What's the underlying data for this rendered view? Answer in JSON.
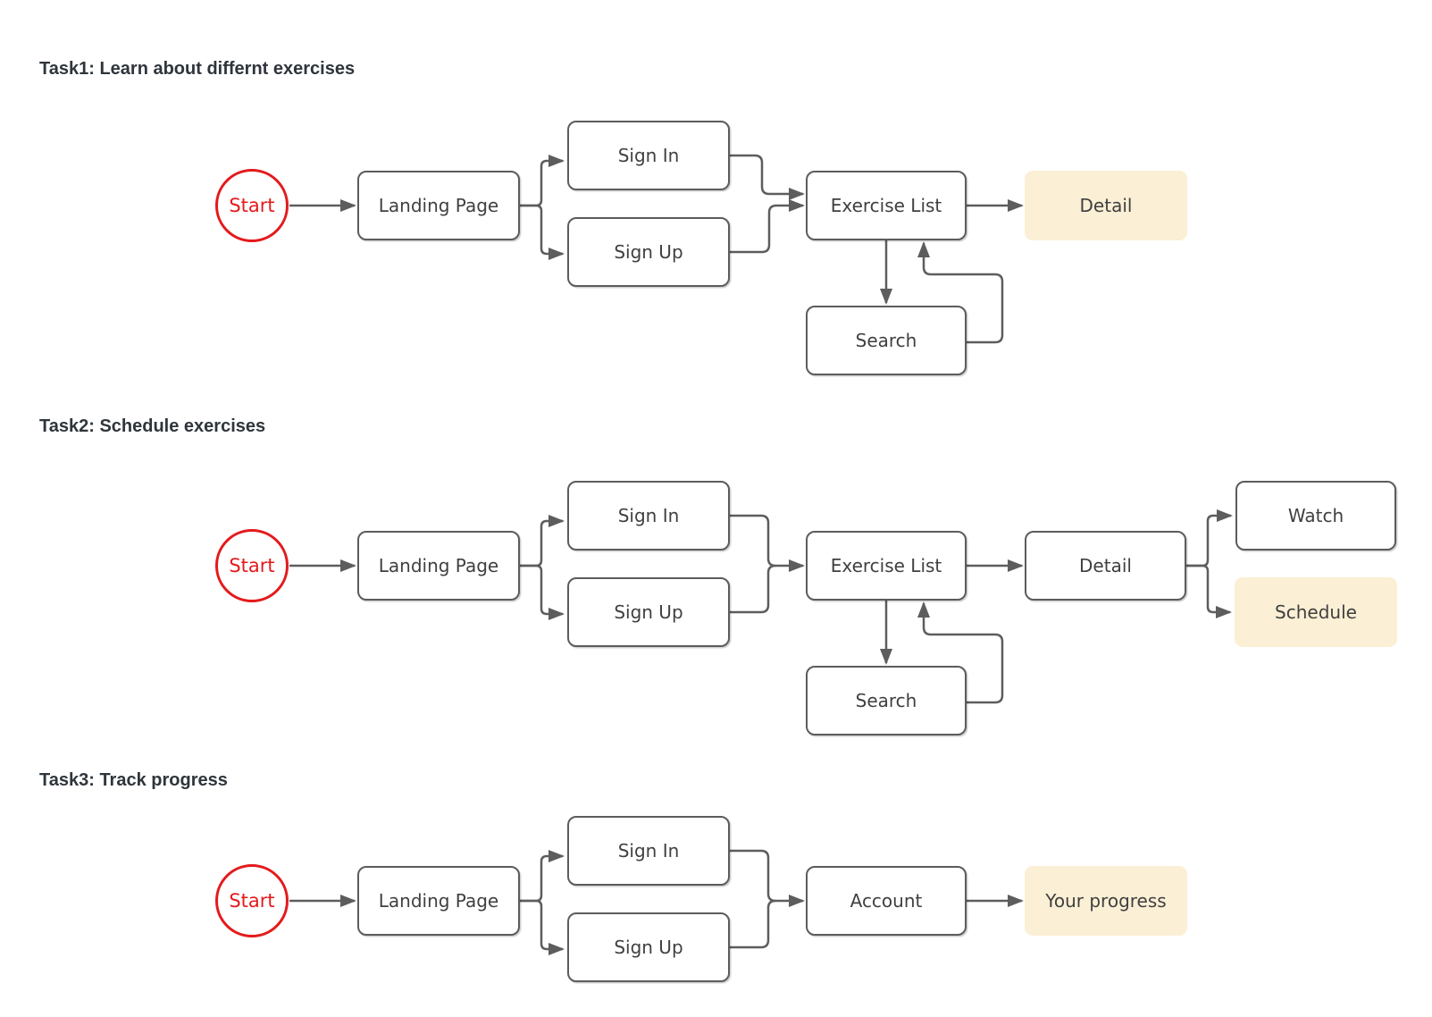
{
  "diagram": {
    "tasks": [
      {
        "title": "Task1: Learn about differnt exercises",
        "highlighted_node": "detail",
        "nodes": {
          "start": "Start",
          "landing": "Landing Page",
          "sign_in": "Sign In",
          "sign_up": "Sign Up",
          "exercise_list": "Exercise List",
          "detail": "Detail",
          "search": "Search"
        }
      },
      {
        "title": "Task2: Schedule exercises",
        "highlighted_node": "schedule",
        "nodes": {
          "start": "Start",
          "landing": "Landing Page",
          "sign_in": "Sign In",
          "sign_up": "Sign Up",
          "exercise_list": "Exercise List",
          "detail": "Detail",
          "watch": "Watch",
          "schedule": "Schedule",
          "search": "Search"
        }
      },
      {
        "title": "Task3: Track progress",
        "highlighted_node": "your_progress",
        "nodes": {
          "start": "Start",
          "landing": "Landing Page",
          "sign_in": "Sign In",
          "sign_up": "Sign Up",
          "account": "Account",
          "your_progress": "Your progress"
        }
      }
    ],
    "colors": {
      "background": "#ffffff",
      "node_border": "#5c5c5c",
      "node_fill": "#ffffff",
      "node_text": "#404040",
      "connector": "#5d5d5d",
      "highlight_fill": "#fbf0d5",
      "start_accent": "#e41a1c",
      "title_text": "#2f353b"
    }
  }
}
